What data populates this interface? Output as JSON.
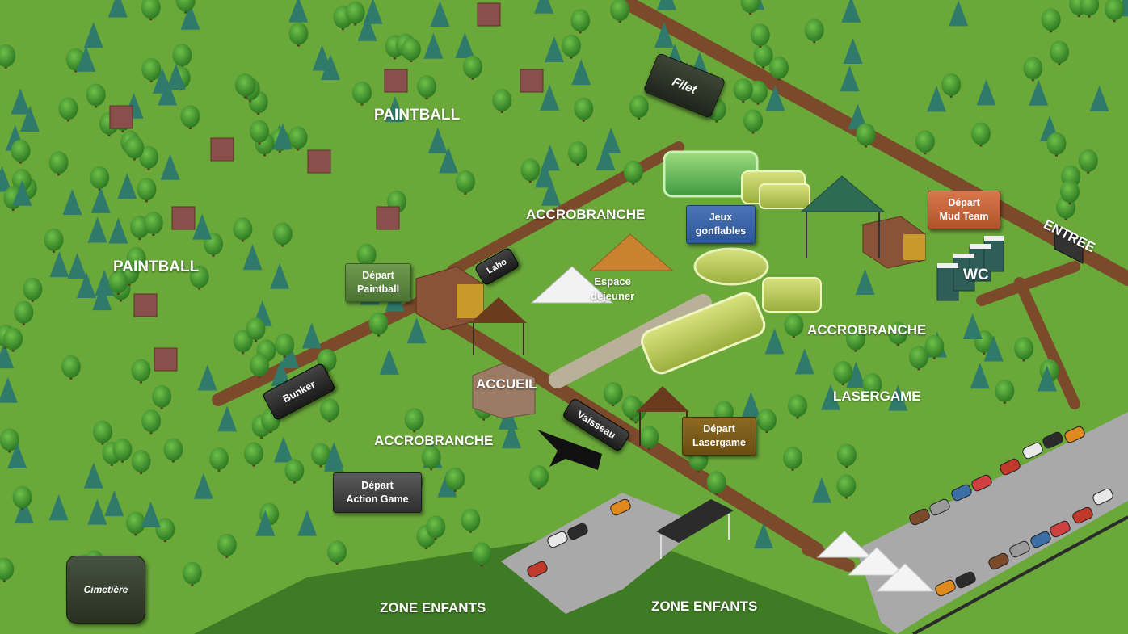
{
  "map": {
    "zones": {
      "paintball_north": "PAINTBALL",
      "paintball_west": "PAINTBALL",
      "accrobranche_center": "ACCROBRANCHE",
      "accrobranche_east": "ACCROBRANCHE",
      "accrobranche_southwest": "ACCROBRANCHE",
      "accueil": "ACCUEIL",
      "lasergame": "LASERGAME",
      "wc": "WC",
      "entree": "ENTREE",
      "zone_enfants_west": "ZONE ENFANTS",
      "zone_enfants_east": "ZONE ENFANTS"
    },
    "signs": {
      "depart_paintball": [
        "Départ",
        "Paintball"
      ],
      "depart_mud_team": [
        "Départ",
        "Mud Team"
      ],
      "depart_lasergame": [
        "Départ",
        "Lasergame"
      ],
      "depart_action_game": [
        "Départ",
        "Action Game"
      ],
      "jeux_gonflables": [
        "Jeux",
        "gonflables"
      ],
      "espace_dejeuner": [
        "Espace",
        "déjeuner"
      ],
      "bunker": "Bunker",
      "labo": "Labo",
      "vaisseau": "Vaisseau",
      "filet": "Filet",
      "cimetiere": "Cimetière"
    },
    "colors": {
      "grass": "#6aa83a",
      "grass_dark": "#3f7a24",
      "path": "#7a4a2b",
      "parking": "#a9a9a9",
      "tree": "#3d8f2c",
      "pine": "#2f7a6a"
    }
  }
}
